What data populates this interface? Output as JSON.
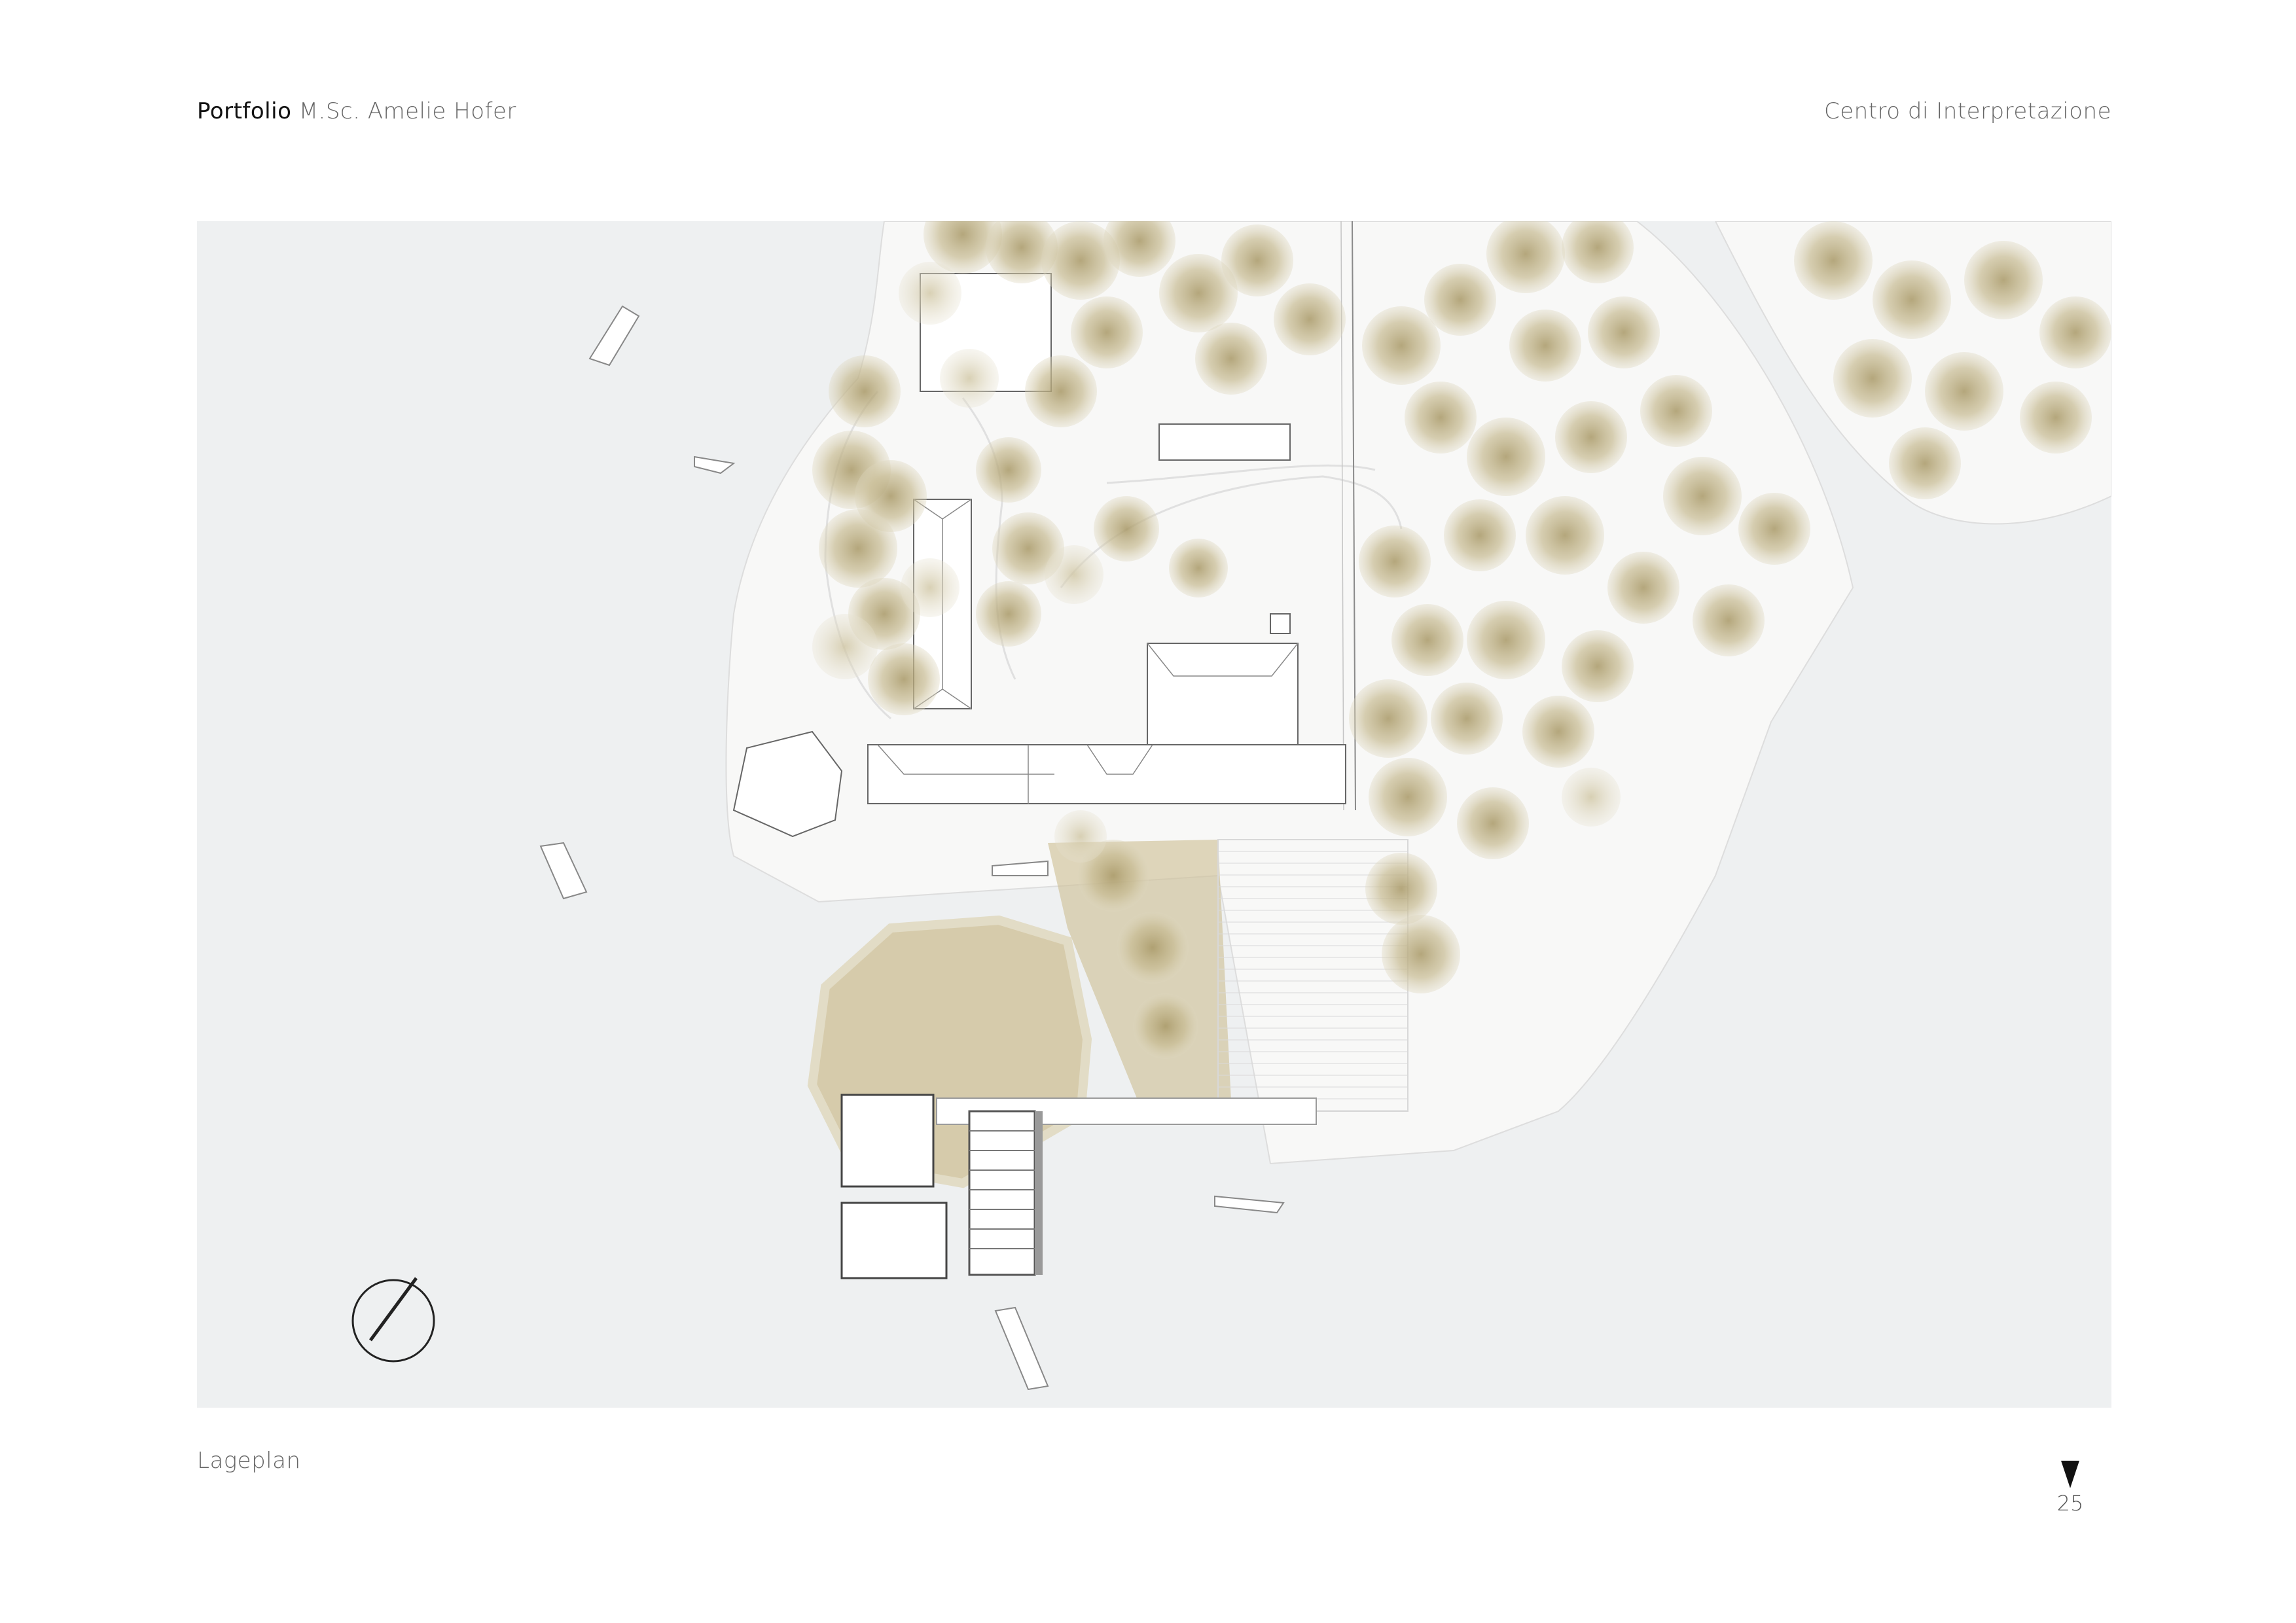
{
  "header": {
    "portfolio_label": "Portfolio",
    "author": "M.Sc. Amelie Hofer",
    "project_title": "Centro di Interpretazione"
  },
  "caption": "Lageplan",
  "page_number": "25",
  "colors": {
    "water": "#eef0f1",
    "land": "#f7f7f6",
    "tree_canopy": "#b9ad86",
    "sand_area": "#cfc29a",
    "building_line": "#7a7a7a"
  },
  "icons": [
    "north-arrow-icon",
    "page-marker-triangle-icon"
  ]
}
